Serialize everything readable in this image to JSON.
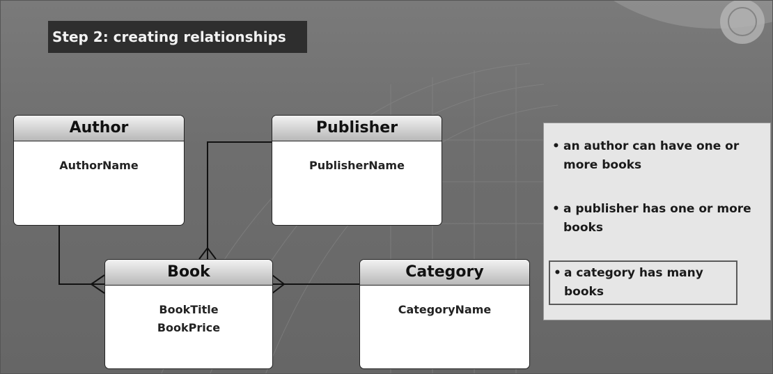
{
  "slide": {
    "title": "Step 2: creating relationships"
  },
  "entities": {
    "author": {
      "name": "Author",
      "attributes": [
        "AuthorName"
      ]
    },
    "publisher": {
      "name": "Publisher",
      "attributes": [
        "PublisherName"
      ]
    },
    "book": {
      "name": "Book",
      "attributes": [
        "BookTitle",
        "BookPrice"
      ]
    },
    "category": {
      "name": "Category",
      "attributes": [
        "CategoryName"
      ]
    }
  },
  "relationships": [
    {
      "from": "Author",
      "to": "Book",
      "type": "one-to-many"
    },
    {
      "from": "Publisher",
      "to": "Book",
      "type": "one-to-many"
    },
    {
      "from": "Category",
      "to": "Book",
      "type": "one-to-many"
    }
  ],
  "notes": {
    "bullet": "•",
    "items": [
      "an author can have one or more books",
      "a publisher has one or more books",
      "a category has many books"
    ],
    "highlighted_index": 2
  }
}
